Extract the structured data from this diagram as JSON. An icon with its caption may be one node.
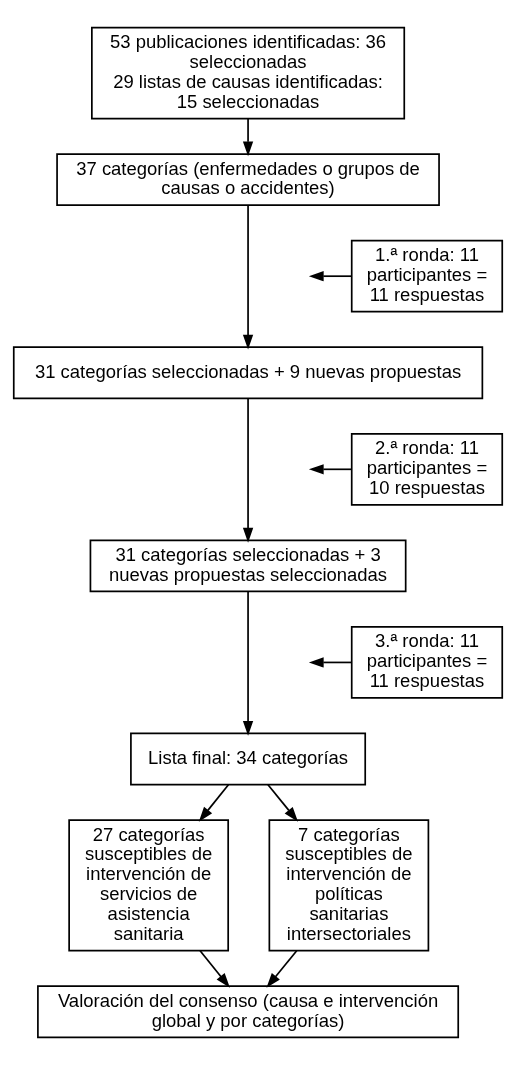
{
  "diagram": {
    "nodes": [
      {
        "text": [
          "53 publicaciones identificadas: 36 seleccionadas",
          "29 listas de causas identificadas: 15 seleccionadas"
        ]
      },
      {
        "text": [
          "37 categorías (enfermedades o grupos de causas o accidentes)"
        ]
      },
      {
        "text": [
          "1.ª ronda: 11 participantes = 11 respuestas"
        ]
      },
      {
        "text": [
          "31 categorías seleccionadas + 9 nuevas propuestas"
        ]
      },
      {
        "text": [
          "2.ª ronda: 11 participantes = 10 respuestas"
        ]
      },
      {
        "text": [
          "31 categorías seleccionadas + 3 nuevas propuestas seleccionadas"
        ]
      },
      {
        "text": [
          "3.ª ronda: 11 participantes = 11 respuestas"
        ]
      },
      {
        "text": [
          "Lista final: 34 categorías"
        ]
      },
      {
        "text": [
          "27 categorías susceptibles de intervención de servicios de asistencia sanitaria"
        ]
      },
      {
        "text": [
          "7 categorías susceptibles de intervención de políticas sanitarias intersectoriales"
        ]
      },
      {
        "text": [
          "Valoración del consenso (causa e intervención global y por categorías)"
        ]
      }
    ],
    "edges": [
      {
        "from": 0,
        "to": 1,
        "arrow": "to"
      },
      {
        "from": 1,
        "to": 3,
        "arrow": "to"
      },
      {
        "from": 2,
        "to": null,
        "arrow": "to"
      },
      {
        "from": 3,
        "to": 5,
        "arrow": "to"
      },
      {
        "from": 4,
        "to": null,
        "arrow": "to"
      },
      {
        "from": 5,
        "to": 7,
        "arrow": "to"
      },
      {
        "from": 6,
        "to": null,
        "arrow": "to"
      },
      {
        "from": 7,
        "to": 8,
        "arrow": "to"
      },
      {
        "from": 7,
        "to": 9,
        "arrow": "to"
      },
      {
        "from": 8,
        "to": 10,
        "arrow": "to"
      },
      {
        "from": 9,
        "to": 10,
        "arrow": "to"
      }
    ]
  }
}
